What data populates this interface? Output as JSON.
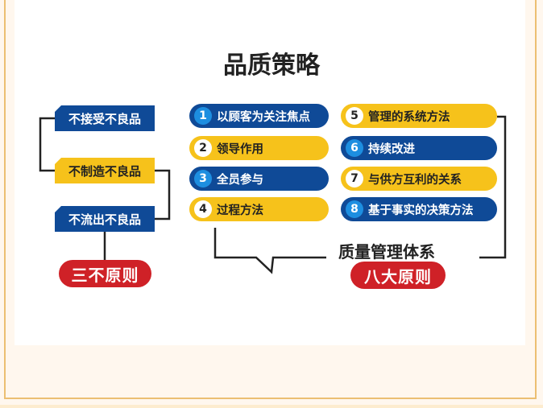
{
  "title": "品质策略",
  "three_no": {
    "items": [
      "不接受不良品",
      "不制造不良品",
      "不流出不良品"
    ],
    "label": "三不原则"
  },
  "principles": [
    {
      "num": "1",
      "text": "以顾客为关注焦点"
    },
    {
      "num": "2",
      "text": "领导作用"
    },
    {
      "num": "3",
      "text": "全员参与"
    },
    {
      "num": "4",
      "text": "过程方法"
    },
    {
      "num": "5",
      "text": "管理的系统方法"
    },
    {
      "num": "6",
      "text": "持续改进"
    },
    {
      "num": "7",
      "text": "与供方互利的关系"
    },
    {
      "num": "8",
      "text": "基于事实的决策方法"
    }
  ],
  "system_label": "质量管理体系",
  "eight_label": "八大原则",
  "colors": {
    "blue": "#0f4a97",
    "yellow": "#f6c21b",
    "red": "#cf2127"
  }
}
